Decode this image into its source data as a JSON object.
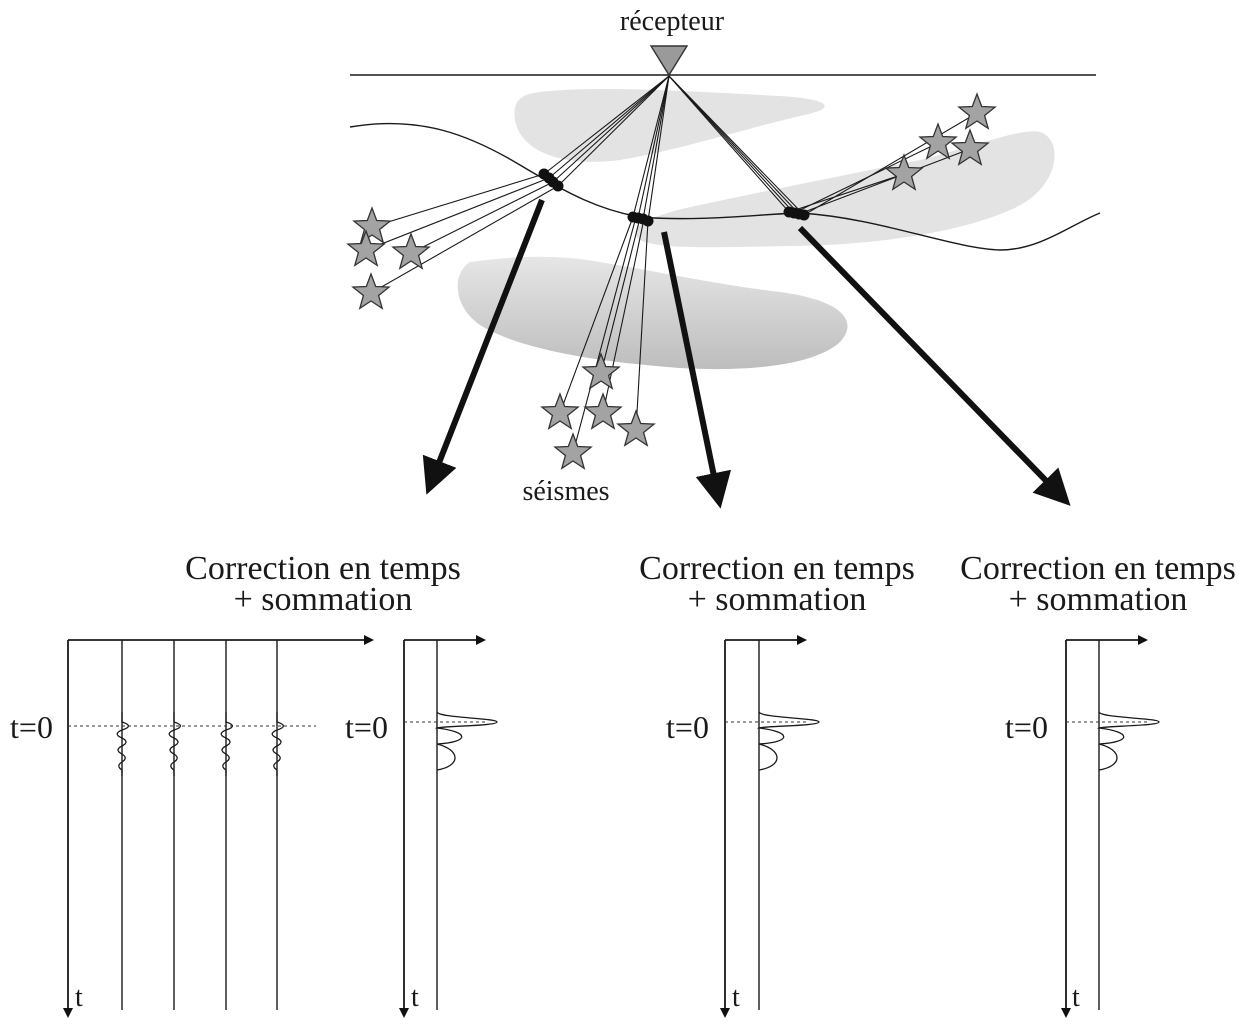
{
  "receiver_label": "récepteur",
  "earthquakes_label": "séismes",
  "panels": [
    {
      "title_line1": "Correction en temps",
      "title_line2": "+ sommation",
      "t0_label": "t=0",
      "t_label": "t"
    },
    {
      "title_line1": "Correction en temps",
      "title_line2": "+ sommation",
      "t0_label": "t=0",
      "t_label": "t"
    },
    {
      "title_line1": "Correction en temps",
      "title_line2": "+ sommation",
      "t0_label": "t=0",
      "t_label": "t"
    }
  ],
  "stack_panel": {
    "t0_label": "t=0",
    "t_label": "t"
  },
  "colors": {
    "body_light": "#e4e4e4",
    "body_dark": "#c8c8c8",
    "star_fill": "#a3a3a3",
    "ink": "#1a1a1a"
  }
}
